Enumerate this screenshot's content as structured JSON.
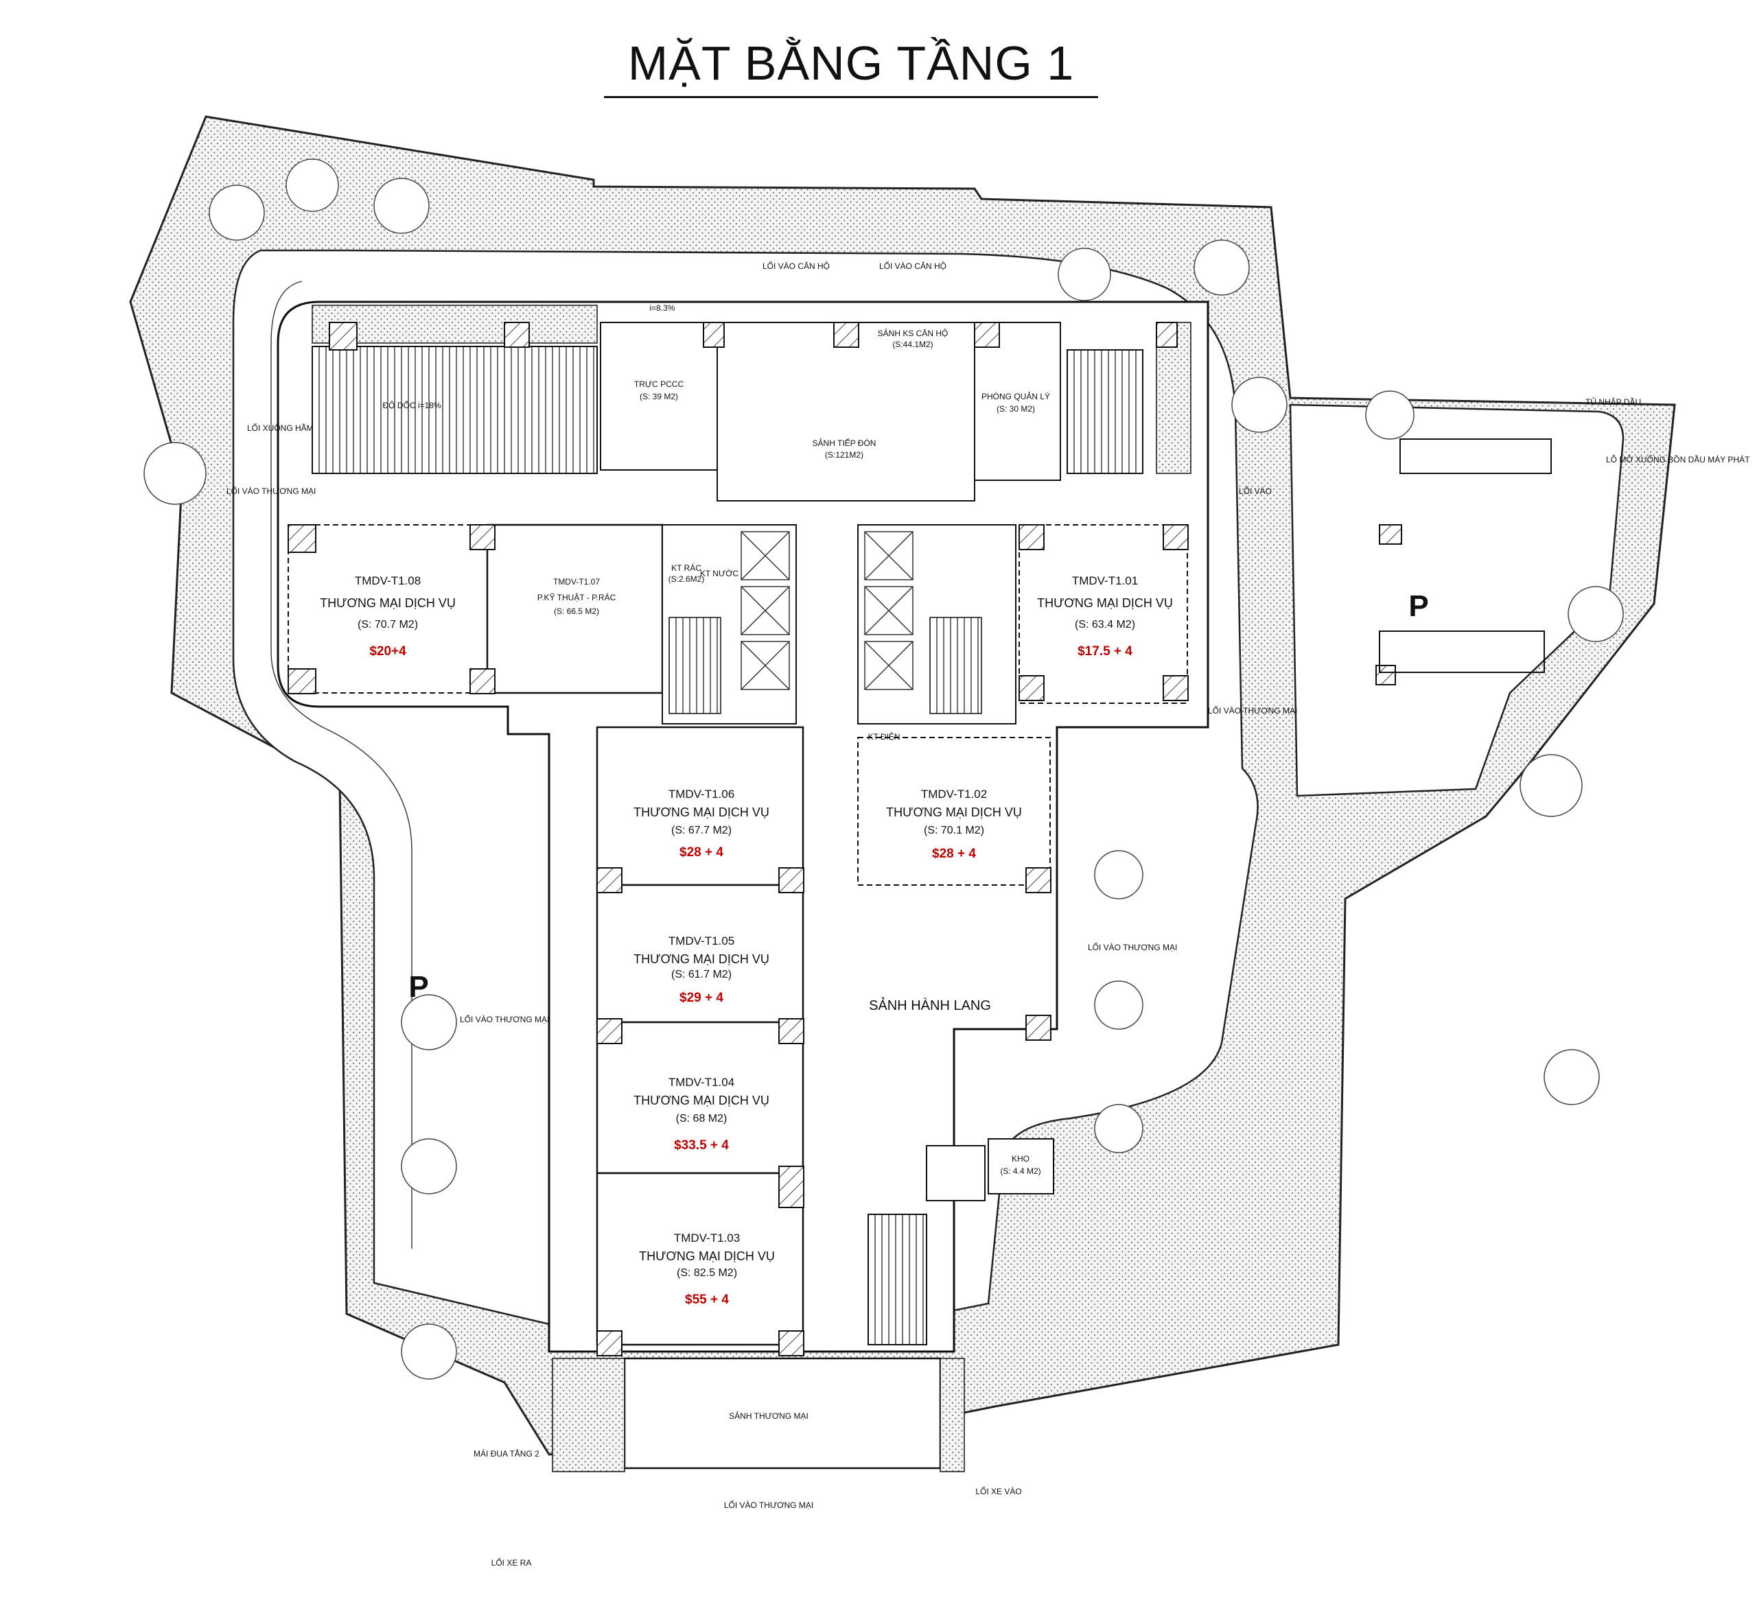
{
  "title": "MẶT BẰNG TẦNG 1",
  "units": [
    {
      "code": "TMDV-T1.08",
      "name": "THƯƠNG MẠI DỊCH VỤ",
      "area": "(S: 70.7 M2)",
      "price": "$20+4"
    },
    {
      "code": "TMDV-T1.07",
      "name": "P.KỸ THUẬT - P.RÁC",
      "area": "(S: 66.5 M2)",
      "price": ""
    },
    {
      "code": "TMDV-T1.01",
      "name": "THƯƠNG MẠI DỊCH VỤ",
      "area": "(S: 63.4 M2)",
      "price": "$17.5 + 4"
    },
    {
      "code": "TMDV-T1.06",
      "name": "THƯƠNG MẠI DỊCH VỤ",
      "area": "(S: 67.7 M2)",
      "price": "$28 + 4"
    },
    {
      "code": "TMDV-T1.02",
      "name": "THƯƠNG MẠI DỊCH VỤ",
      "area": "(S: 70.1 M2)",
      "price": "$28 + 4"
    },
    {
      "code": "TMDV-T1.05",
      "name": "THƯƠNG MẠI DỊCH VỤ",
      "area": "(S: 61.7 M2)",
      "price": "$29 + 4"
    },
    {
      "code": "TMDV-T1.04",
      "name": "THƯƠNG MẠI DỊCH VỤ",
      "area": "(S: 68 M2)",
      "price": "$33.5 + 4"
    },
    {
      "code": "TMDV-T1.03",
      "name": "THƯƠNG MẠI DỊCH VỤ",
      "area": "(S: 82.5 M2)",
      "price": "$55 + 4"
    }
  ],
  "rooms": {
    "sanh_ks": "SẢNH KS CĂN HỘ",
    "sanh_ks_area": "(S:44.1M2)",
    "truc_pccc": "TRỰC PCCC",
    "truc_pccc_area": "(S: 39 M2)",
    "sanh_tiep_don": "SẢNH TIẾP ĐÓN",
    "sanh_tiep_don_area": "(S:121M2)",
    "phong_quan_ly": "PHÒNG QUẢN LÝ",
    "phong_quan_ly_area": "(S: 30 M2)",
    "kt_rac": "KT RÁC",
    "kt_rac_area": "(S:2.6M2)",
    "kt_nuoc": "KT NƯỚC",
    "kt_dien": "KT ĐIỆN",
    "kho": "KHO",
    "kho_area": "(S: 4.4 M2)",
    "sanh_hanh_lang": "SẢNH HÀNH LANG",
    "sanh_thuong_mai": "SẢNH THƯƠNG MẠI",
    "do_doc": "ĐỘ DỐC i=18%",
    "slope": "i=8.3%"
  },
  "labels": {
    "loi_vao_can_ho_1": "LỐI VÀO CĂN HỘ",
    "loi_vao_can_ho_2": "LỐI VÀO CĂN HỘ",
    "loi_xuong_ham": "LỐI XUỐNG HẦM",
    "loi_vao_tm_nw": "LỐI VÀO THƯƠNG MẠI",
    "loi_vao": "LỐI VÀO",
    "tu_nhap_dau": "TỦ NHẬP DẦU",
    "lo_mo": "LỖ MỞ XUỐNG BỒN DẦU MÁY PHÁT",
    "loi_vao_tm_e": "LỐI VÀO THƯƠNG MẠI",
    "loi_vao_tm_mid": "LỐI VÀO THƯƠNG MẠI",
    "loi_vao_tm_w": "LỐI VÀO THƯƠNG MẠI",
    "loi_vao_tm_s": "LỐI VÀO THƯƠNG MẠI",
    "mai_dua": "MÁI ĐUA TẦNG 2",
    "loi_xe_vao": "LỐI XE VÀO",
    "loi_xe_ra": "LỐI XE RA",
    "parking_1": "P",
    "parking_2": "P"
  },
  "colors": {
    "ink": "#111111",
    "price": "#c00000",
    "landscape": "#ececec"
  }
}
